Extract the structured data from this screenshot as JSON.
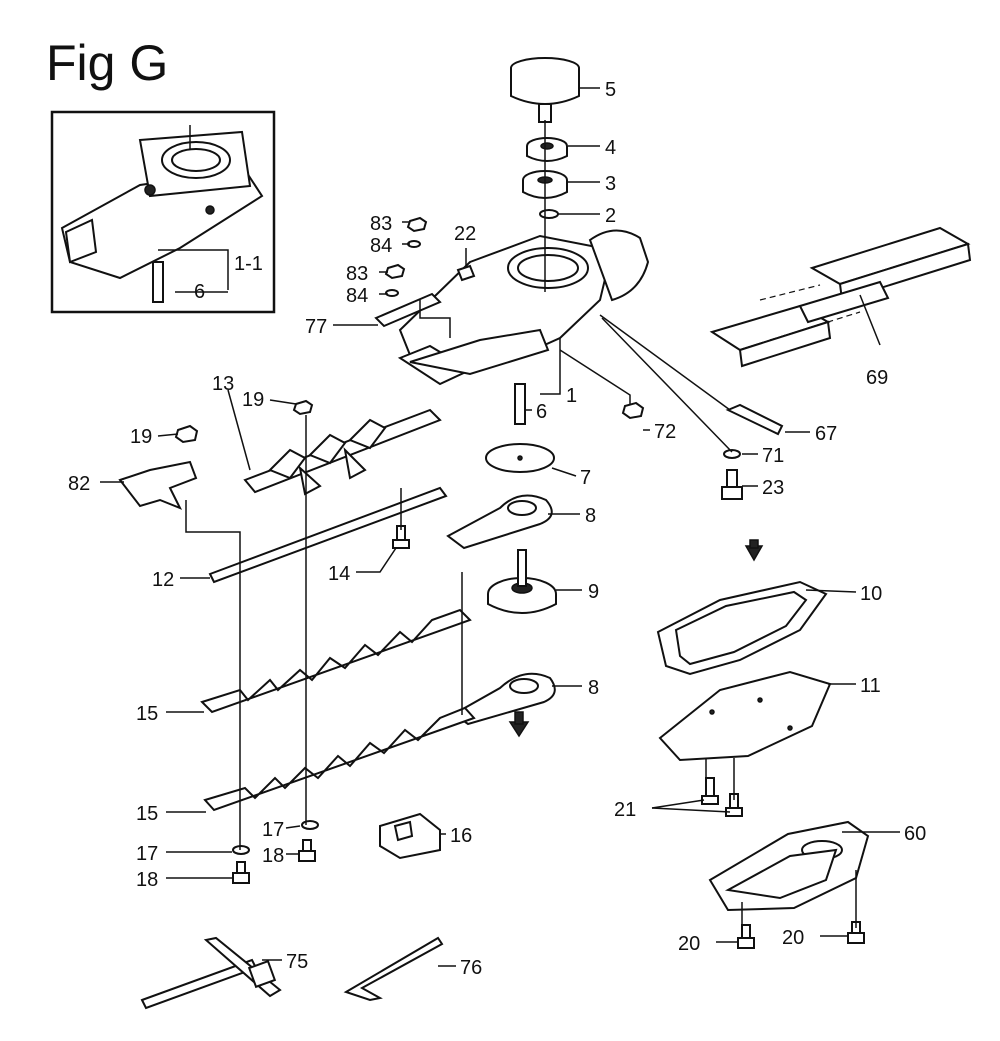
{
  "figure": {
    "title": "Fig G"
  },
  "callouts": [
    {
      "id": "c5",
      "label": "5"
    },
    {
      "id": "c4",
      "label": "4"
    },
    {
      "id": "c3",
      "label": "3"
    },
    {
      "id": "c2",
      "label": "2"
    },
    {
      "id": "c22",
      "label": "22"
    },
    {
      "id": "c83a",
      "label": "83"
    },
    {
      "id": "c84a",
      "label": "84"
    },
    {
      "id": "c83b",
      "label": "83"
    },
    {
      "id": "c84b",
      "label": "84"
    },
    {
      "id": "c77",
      "label": "77"
    },
    {
      "id": "c1",
      "label": "1"
    },
    {
      "id": "c6",
      "label": "6"
    },
    {
      "id": "c72",
      "label": "72"
    },
    {
      "id": "c67",
      "label": "67"
    },
    {
      "id": "c71",
      "label": "71"
    },
    {
      "id": "c23",
      "label": "23"
    },
    {
      "id": "c69",
      "label": "69"
    },
    {
      "id": "c13",
      "label": "13"
    },
    {
      "id": "c19a",
      "label": "19"
    },
    {
      "id": "c19b",
      "label": "19"
    },
    {
      "id": "c82",
      "label": "82"
    },
    {
      "id": "c7",
      "label": "7"
    },
    {
      "id": "c8a",
      "label": "8"
    },
    {
      "id": "c12",
      "label": "12"
    },
    {
      "id": "c14",
      "label": "14"
    },
    {
      "id": "c9",
      "label": "9"
    },
    {
      "id": "c10",
      "label": "10"
    },
    {
      "id": "c11",
      "label": "11"
    },
    {
      "id": "c8b",
      "label": "8"
    },
    {
      "id": "c15a",
      "label": "15"
    },
    {
      "id": "c15b",
      "label": "15"
    },
    {
      "id": "c21",
      "label": "21"
    },
    {
      "id": "c60",
      "label": "60"
    },
    {
      "id": "c17a",
      "label": "17"
    },
    {
      "id": "c17b",
      "label": "17"
    },
    {
      "id": "c16",
      "label": "16"
    },
    {
      "id": "c18a",
      "label": "18"
    },
    {
      "id": "c18b",
      "label": "18"
    },
    {
      "id": "c20a",
      "label": "20"
    },
    {
      "id": "c20b",
      "label": "20"
    },
    {
      "id": "c75",
      "label": "75"
    },
    {
      "id": "c76",
      "label": "76"
    },
    {
      "id": "c1_1",
      "label": "1-1"
    },
    {
      "id": "c6i",
      "label": "6"
    }
  ]
}
